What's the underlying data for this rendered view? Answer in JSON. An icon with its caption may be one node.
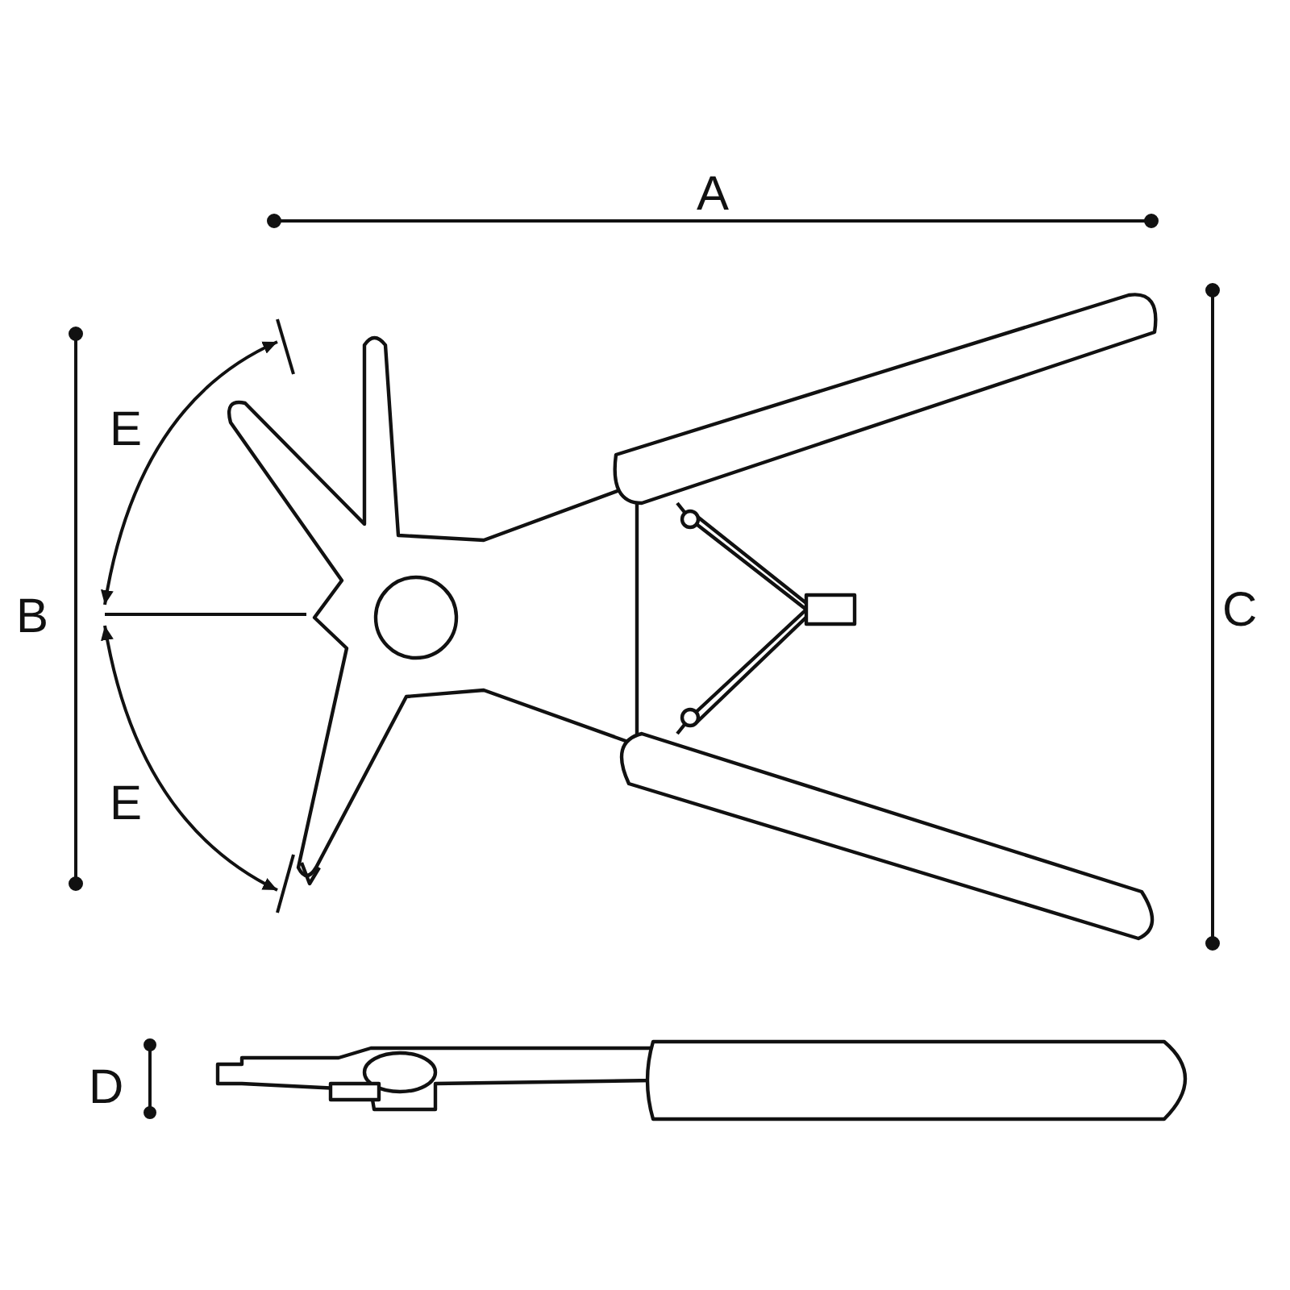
{
  "diagram": {
    "labels": [
      "A",
      "E",
      "B",
      "C",
      "E",
      "D"
    ]
  }
}
